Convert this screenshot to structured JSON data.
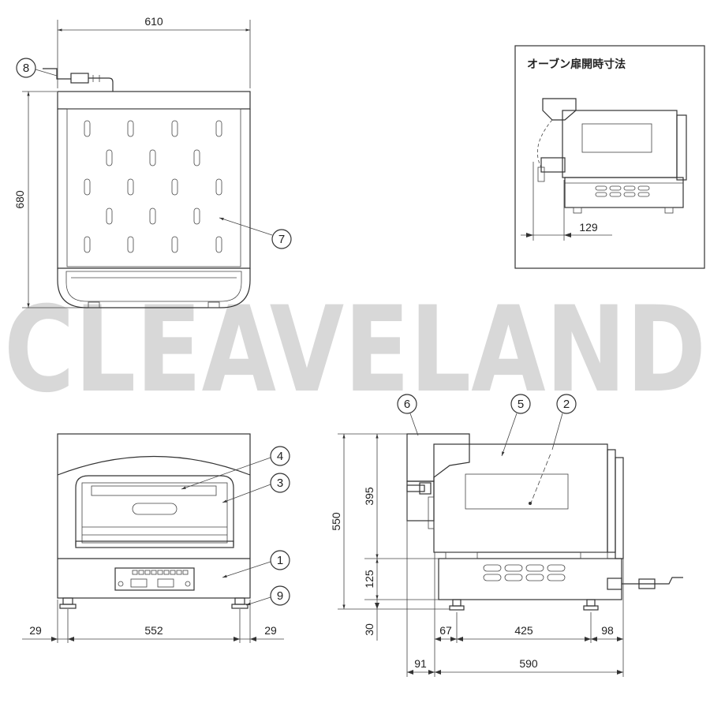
{
  "watermark": "CLEAVELAND",
  "inset": {
    "title": "オーブン扉開時寸法",
    "dimension": "129"
  },
  "top_view": {
    "width": "610",
    "height": "680"
  },
  "front_view": {
    "left_margin": "29",
    "between_feet": "552",
    "right_margin": "29"
  },
  "side_view": {
    "total_height": "550",
    "upper_height": "395",
    "base_height": "125",
    "foot_height": "30",
    "left_offset": "67",
    "foot_spacing": "425",
    "right_offset": "98",
    "rear_offset": "91",
    "depth": "590"
  },
  "callouts": [
    "1",
    "2",
    "3",
    "4",
    "5",
    "6",
    "7",
    "8",
    "9"
  ]
}
